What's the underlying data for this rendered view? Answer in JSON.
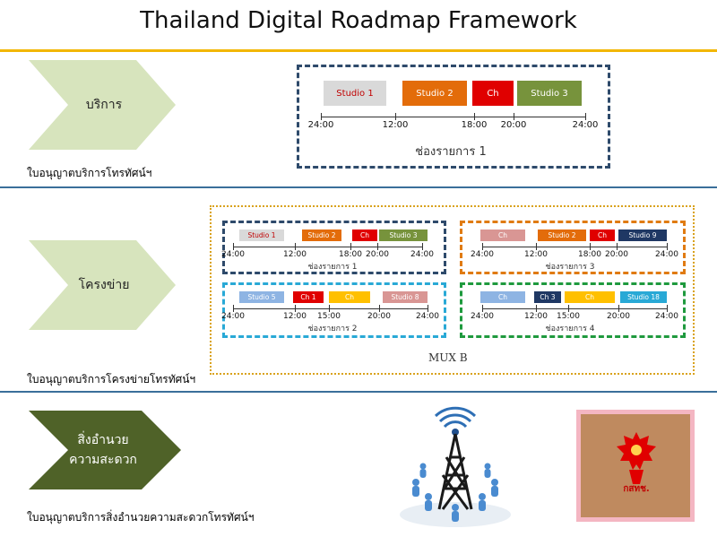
{
  "title": "Thailand Digital Roadmap Framework",
  "colors": {
    "gold": "#f2b705",
    "blue_rule": "#3a6f9a",
    "light_green": "#d7e4bd",
    "dark_green": "#4f6228",
    "frame_navy": "#2e4a6b",
    "frame_orange": "#e07b12",
    "frame_cyan": "#29a9d6",
    "frame_green": "#1f9a3e",
    "outer_gold": "#d9a21c"
  },
  "rows": [
    {
      "chevron": [
        "บริการ"
      ],
      "license": "ใบอนุญาตบริการโทรทัศน์ฯ"
    },
    {
      "chevron": [
        "โครงข่าย"
      ],
      "license": "ใบอนุญาตบริการโครงข่ายโทรทัศน์ฯ"
    },
    {
      "chevron": [
        "สิ่งอำนวย",
        "ความสะดวก"
      ],
      "license": "ใบอนุญาตบริการสิ่งอำนวยความสะดวกโทรทัศน์ฯ"
    }
  ],
  "service": {
    "channel": "ช่องรายการ 1",
    "ticks": [
      "24:00",
      "12:00",
      "18:00",
      "20:00",
      "24:00"
    ],
    "bars": [
      {
        "label": "Studio 1",
        "color": "#d9d9d9",
        "text_color": "#c00000"
      },
      {
        "label": "Studio 2",
        "color": "#e36c0a",
        "text_color": "#ffffff"
      },
      {
        "label": "Ch",
        "color": "#e00000",
        "text_color": "#ffffff"
      },
      {
        "label": "Studio 3",
        "color": "#77933c",
        "text_color": "#ffffff"
      }
    ]
  },
  "network": {
    "mux": "MUX B",
    "channels": [
      {
        "name": "ช่องรายการ 1",
        "ticks": [
          "24:00",
          "12:00",
          "18:00",
          "20:00",
          "24:00"
        ],
        "bars": [
          {
            "label": "Studio 1",
            "color": "#d9d9d9",
            "text_color": "#c00000"
          },
          {
            "label": "Studio 2",
            "color": "#e36c0a",
            "text_color": "#ffffff"
          },
          {
            "label": "Ch",
            "color": "#e00000",
            "text_color": "#ffffff"
          },
          {
            "label": "Studio 3",
            "color": "#77933c",
            "text_color": "#ffffff"
          }
        ]
      },
      {
        "name": "ช่องรายการ 3",
        "ticks": [
          "24:00",
          "12:00",
          "18:00",
          "20:00",
          "24:00"
        ],
        "bars": [
          {
            "label": "Ch",
            "color": "#d99694",
            "text_color": "#ffffff"
          },
          {
            "label": "Studio 2",
            "color": "#e36c0a",
            "text_color": "#ffffff"
          },
          {
            "label": "Ch",
            "color": "#e00000",
            "text_color": "#ffffff"
          },
          {
            "label": "Studio 9",
            "color": "#1f3864",
            "text_color": "#ffffff"
          }
        ]
      },
      {
        "name": "ช่องรายการ 2",
        "ticks": [
          "24:00",
          "12:00",
          "15:00",
          "20:00",
          "24:00"
        ],
        "bars": [
          {
            "label": "Studio 5",
            "color": "#8eb4e3",
            "text_color": "#ffffff"
          },
          {
            "label": "Ch 1",
            "color": "#e00000",
            "text_color": "#ffffff"
          },
          {
            "label": "Ch",
            "color": "#ffc000",
            "text_color": "#ffffff"
          },
          {
            "label": "Studio 8",
            "color": "#d99694",
            "text_color": "#ffffff"
          }
        ]
      },
      {
        "name": "ช่องรายการ 4",
        "ticks": [
          "24:00",
          "12:00",
          "15:00",
          "20:00",
          "24:00"
        ],
        "bars": [
          {
            "label": "Ch",
            "color": "#8eb4e3",
            "text_color": "#ffffff"
          },
          {
            "label": "Ch 3",
            "color": "#1f3864",
            "text_color": "#ffffff"
          },
          {
            "label": "Ch",
            "color": "#ffc000",
            "text_color": "#ffffff"
          },
          {
            "label": "Studio 18",
            "color": "#29a9d6",
            "text_color": "#ffffff"
          }
        ]
      }
    ]
  },
  "facility": {
    "tower_icon": "broadcast-tower-icon",
    "logo_icon": "garuda-emblem-icon",
    "logo_text": "กสทช."
  }
}
